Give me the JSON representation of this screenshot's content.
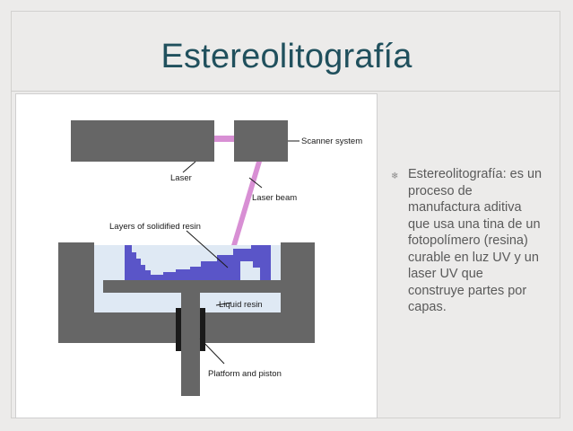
{
  "slide": {
    "title": "Estereolitografía",
    "bullet_icon": "snowflake-bullet-icon",
    "bullet_text": "Estereolitografía: es un proceso de manufactura aditiva que usa una tina de un fotopolímero (resina) curable en luz UV y un laser UV que construye partes por capas."
  },
  "diagram": {
    "labels": {
      "laser": "Laser",
      "scanner_system": "Scanner system",
      "laser_beam": "Laser beam",
      "layers_resin": "Layers of solidified resin",
      "liquid_resin": "Liquid resin",
      "platform_piston": "Platform and piston"
    },
    "colors": {
      "machine_gray": "#666666",
      "resin_liquid": "#dfe9f4",
      "solid_resin": "#5a55c8",
      "beam": "#d88fd4"
    }
  }
}
